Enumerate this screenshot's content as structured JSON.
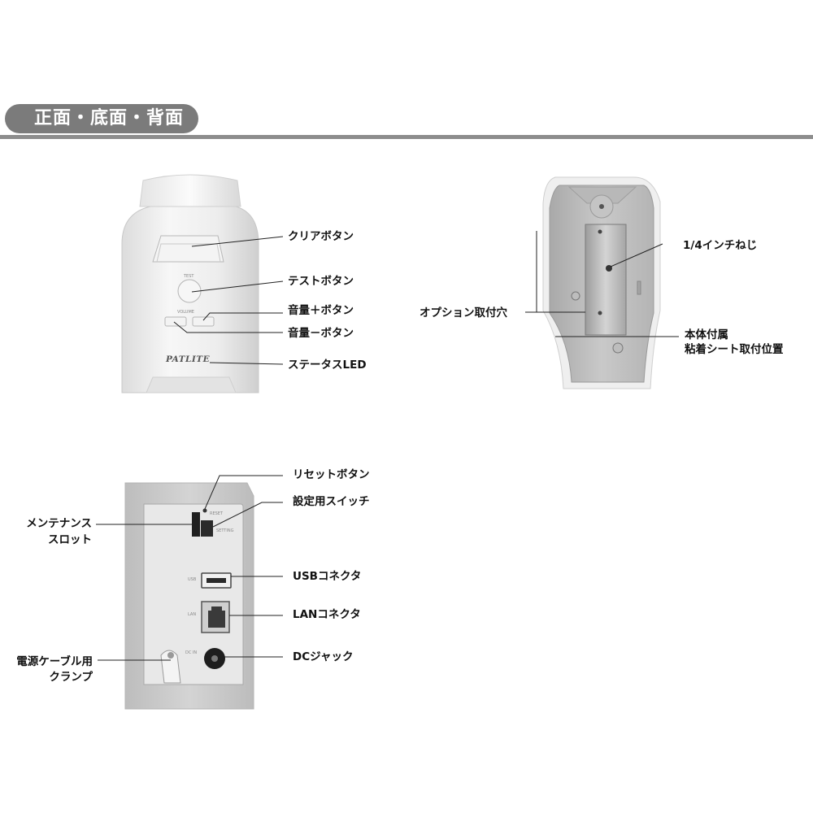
{
  "section": {
    "title": "正面・底面・背面"
  },
  "front": {
    "brand": "PATLITE",
    "test_text": "TEST",
    "volume_text": "VOLUME",
    "labels": {
      "clear": "クリアボタン",
      "test": "テストボタン",
      "vol_up": "音量＋ボタン",
      "vol_down": "音量－ボタン",
      "status": "ステータスLED"
    }
  },
  "bottom": {
    "labels": {
      "screw": "1/4インチねじ",
      "option": "オプション取付穴",
      "sheet_line1": "本体付属",
      "sheet_line2": "粘着シート取付位置"
    }
  },
  "back": {
    "tiny": {
      "reset": "RESET",
      "setting": "SETTING",
      "usb": "USB",
      "lan": "LAN",
      "dc": "DC IN"
    },
    "labels": {
      "reset": "リセットボタン",
      "switch": "設定用スイッチ",
      "maint_line1": "メンテナンス",
      "maint_line2": "スロット",
      "usb": "USBコネクタ",
      "lan": "LANコネクタ",
      "cable_line1": "電源ケーブル用",
      "cable_line2": "クランプ",
      "dc": "DCジャック"
    }
  }
}
